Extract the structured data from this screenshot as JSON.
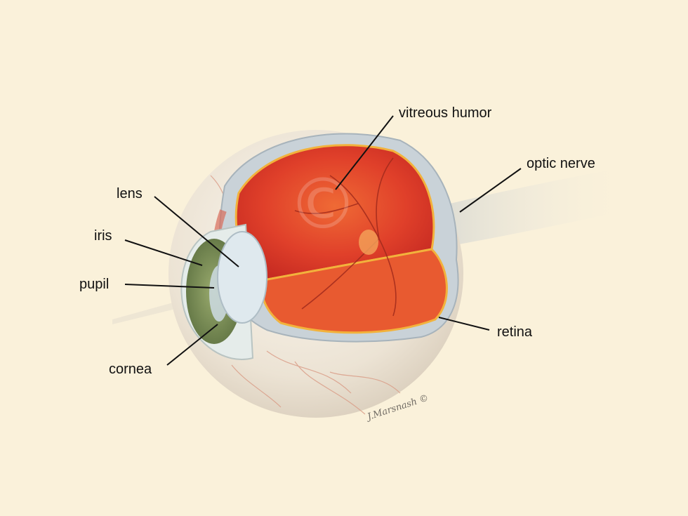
{
  "colors": {
    "background": "#faf1da",
    "sclera": "#efe6d8",
    "vitreous": "#e2452c",
    "retina_rim": "#f2b23c",
    "lens": "#dfe9ee",
    "iris": "#7a8f57"
  },
  "labels": {
    "vitreous_humor": "vitreous humor",
    "optic_nerve": "optic nerve",
    "lens": "lens",
    "iris": "iris",
    "pupil": "pupil",
    "cornea": "cornea",
    "retina": "retina"
  },
  "watermark": "©",
  "signature": "J.Marsnash ©"
}
